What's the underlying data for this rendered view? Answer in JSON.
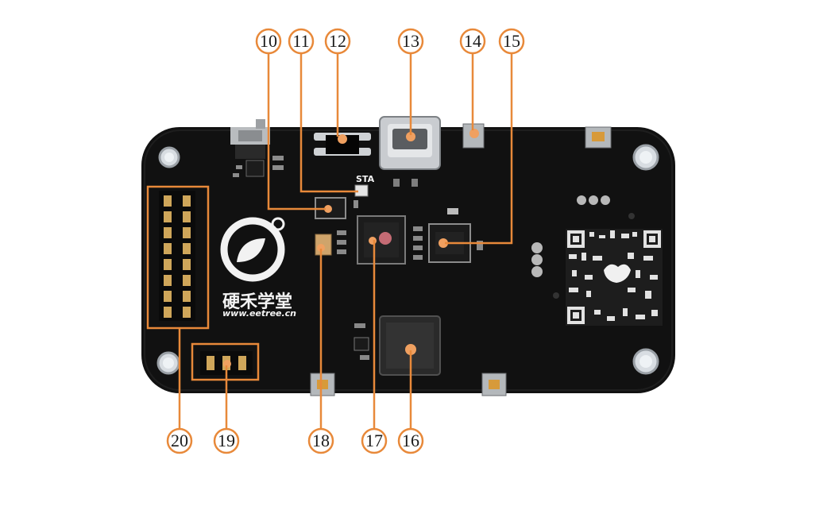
{
  "image": {
    "subject": "board-photo",
    "board_label": "STA",
    "logo": {
      "brand": "硬禾学堂",
      "url": "www.eetree.cn"
    },
    "colors": {
      "pcb": "#121212",
      "accent": "#f0a060",
      "callout_stroke": "#e8893a"
    }
  },
  "callouts": [
    {
      "id": "10",
      "label": "10"
    },
    {
      "id": "11",
      "label": "11"
    },
    {
      "id": "12",
      "label": "12"
    },
    {
      "id": "13",
      "label": "13"
    },
    {
      "id": "14",
      "label": "14"
    },
    {
      "id": "15",
      "label": "15"
    },
    {
      "id": "16",
      "label": "16"
    },
    {
      "id": "17",
      "label": "17"
    },
    {
      "id": "18",
      "label": "18"
    },
    {
      "id": "19",
      "label": "19"
    },
    {
      "id": "20",
      "label": "20"
    }
  ]
}
